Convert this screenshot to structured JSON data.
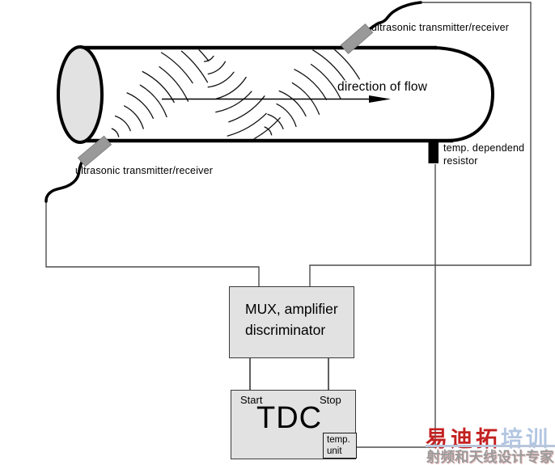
{
  "diagram": {
    "pipe": {
      "flow_label": "direction of flow",
      "transducer_top_label": "ultrasonic transmitter/receiver",
      "transducer_bottom_label": "ultrasonic transmitter/receiver",
      "resistor_label_line1": "temp. dependend",
      "resistor_label_line2": "resistor"
    },
    "mux_box": {
      "line1": "MUX, amplifier",
      "line2": "discriminator"
    },
    "tdc_box": {
      "title": "TDC",
      "start_label": "Start",
      "stop_label": "Stop",
      "temp_unit_line1": "temp.",
      "temp_unit_line2": "unit"
    }
  },
  "watermark": {
    "brand_text_red": "易迪拓",
    "brand_text_blue": "培训",
    "tagline": "射频和天线设计专家",
    "colors": {
      "brand_red": "#c32121",
      "brand_blue": "#b3c6e2",
      "tagline_gray": "#9b9b9b",
      "underline": "#b9c6da"
    }
  },
  "colors": {
    "background": "#ffffff",
    "line_black": "#000000",
    "wire_gray": "#4d4d4d",
    "box_fill": "#e2e2e2",
    "box_border": "#3a3a3a",
    "transducer_fill": "#999999",
    "pipe_cap_fill": "#e2e2e2"
  }
}
